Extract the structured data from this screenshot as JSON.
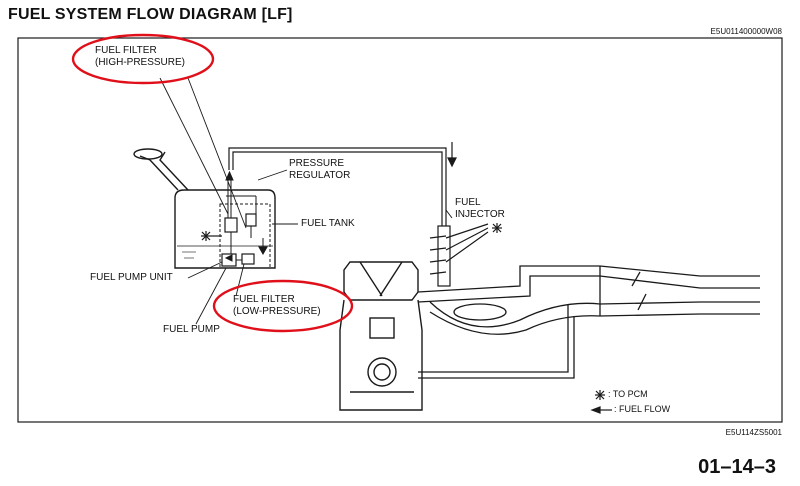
{
  "header": {
    "title": "FUEL SYSTEM FLOW DIAGRAM [LF]",
    "doc_code": "E5U011400000W08"
  },
  "labels": {
    "filter_high_l1": "FUEL FILTER",
    "filter_high_l2": "(HIGH-PRESSURE)",
    "pressure_regulator_l1": "PRESSURE",
    "pressure_regulator_l2": "REGULATOR",
    "fuel_tank": "FUEL TANK",
    "fuel_injector_l1": "FUEL",
    "fuel_injector_l2": "INJECTOR",
    "fuel_pump_unit": "FUEL PUMP UNIT",
    "filter_low_l1": "FUEL FILTER",
    "filter_low_l2": "(LOW-PRESSURE)",
    "fuel_pump": "FUEL PUMP"
  },
  "legend": {
    "to_pcm": ": TO PCM",
    "fuel_flow": ": FUEL FLOW"
  },
  "footer": {
    "figure_code": "E5U114ZS5001",
    "page_number": "01–14–3"
  },
  "colors": {
    "annotation": "#e0101a",
    "line": "#1a1a1a"
  }
}
